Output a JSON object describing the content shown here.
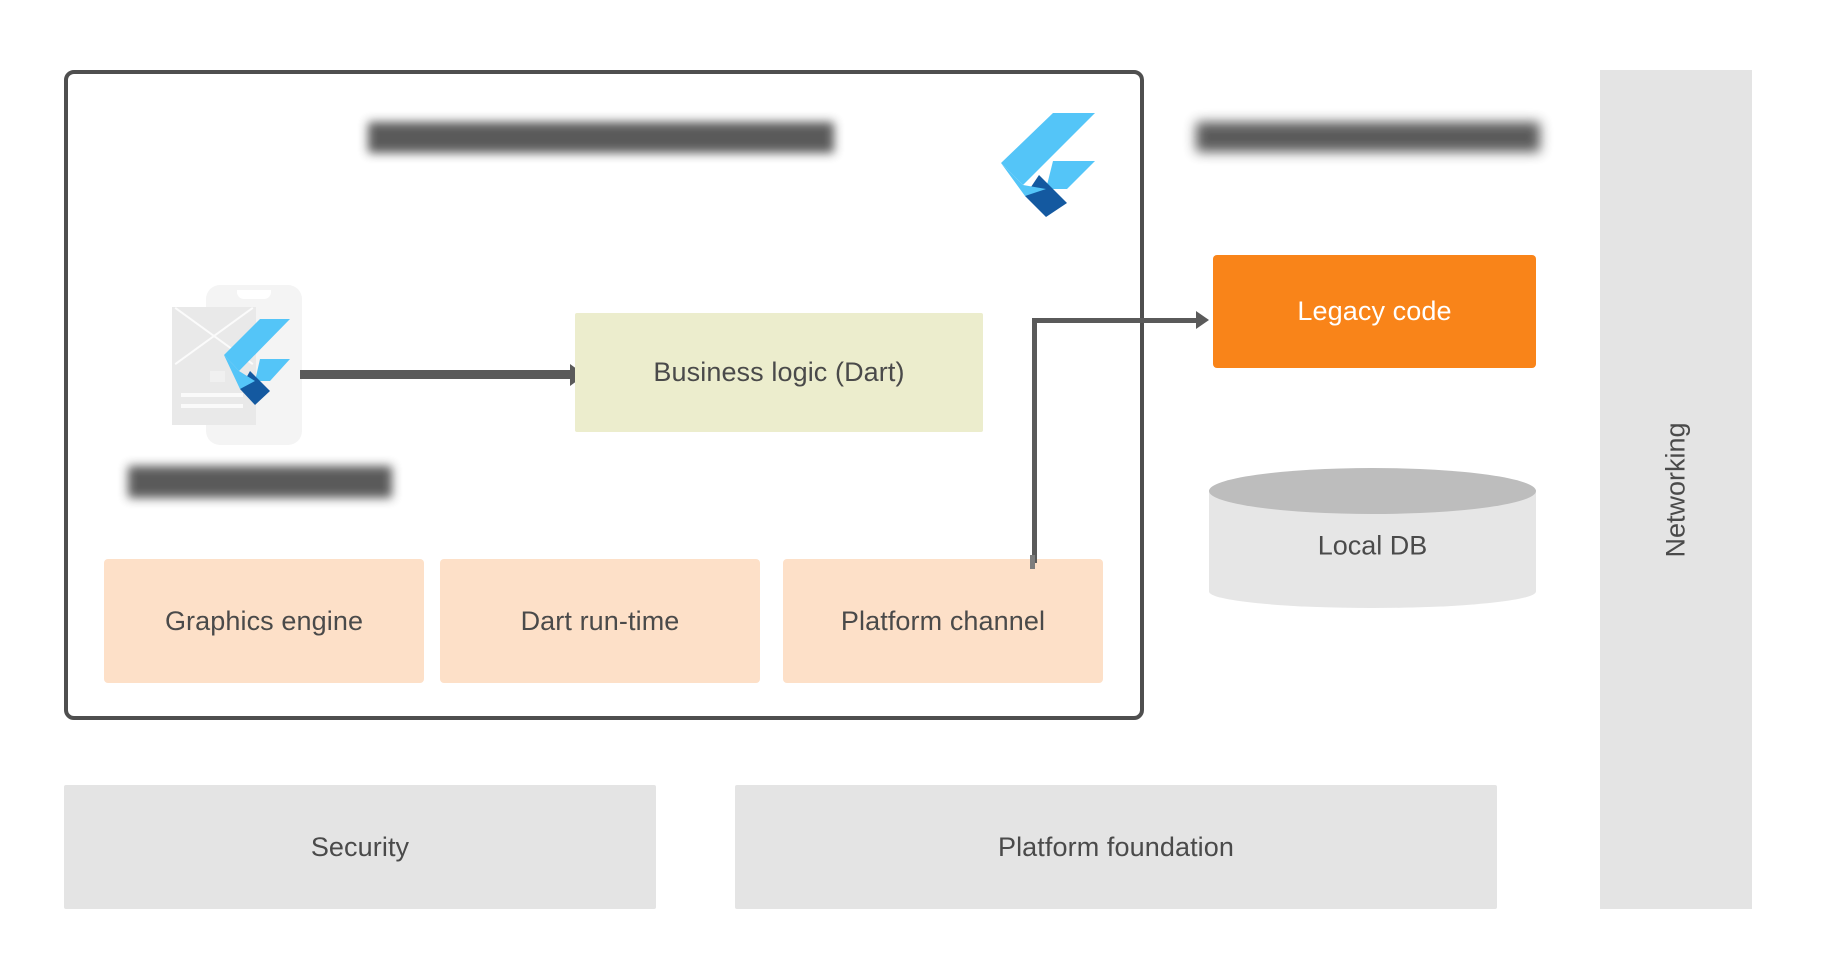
{
  "diagram": {
    "title_left_redacted": "",
    "title_right_redacted": "",
    "subtitle_redacted": ""
  },
  "colors": {
    "peach": "#fde0c8",
    "business_logic": "#ecedcd",
    "orange": "#f98419",
    "gray": "#e4e4e4",
    "db_top": "#bdbdbd",
    "db_body": "#e6e6e6",
    "connector": "#5a5a5a",
    "container_border": "#4f4f4f",
    "text": "#4a4a4a",
    "flutter_light": "#54c5f8",
    "flutter_dark": "#1459a0"
  },
  "app_container": {
    "label": "app-boundary"
  },
  "nodes": {
    "business_logic": {
      "label": "Business logic (Dart)"
    },
    "graphics_engine": {
      "label": "Graphics engine"
    },
    "dart_runtime": {
      "label": "Dart run-time"
    },
    "platform_channel": {
      "label": "Platform channel"
    },
    "legacy_code": {
      "label": "Legacy code"
    },
    "local_db": {
      "label": "Local DB"
    },
    "security": {
      "label": "Security"
    },
    "platform_foundation": {
      "label": "Platform foundation"
    },
    "networking": {
      "label": "Networking"
    }
  },
  "icons": {
    "flutter_logo": "flutter-logo-icon",
    "phone_mockup": "phone-mockup-icon",
    "database_cylinder": "database-cylinder-icon"
  }
}
